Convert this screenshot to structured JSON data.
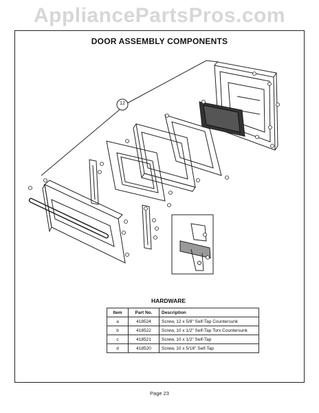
{
  "watermark": "AppliancePartsPros.com",
  "title": "DOOR ASSEMBLY COMPONENTS",
  "callout": "12",
  "hardware": {
    "title": "HARDWARE",
    "columns": [
      "Item",
      "Part No.",
      "Description"
    ],
    "rows": [
      {
        "item": "a",
        "part": "418524",
        "desc": "Screw, 12 x 5/8\" Self-Tap  Countersunk"
      },
      {
        "item": "b",
        "part": "418522",
        "desc": "Screw, 10 x 1/2\" Self-Tap  Torx Countersunk"
      },
      {
        "item": "c",
        "part": "418521",
        "desc": "Screw, 10 x 1/2\" Self-Tap"
      },
      {
        "item": "d",
        "part": "418520",
        "desc": "Screw, 10 x 5/16\" Self-Tap"
      }
    ]
  },
  "page": "Page 23"
}
